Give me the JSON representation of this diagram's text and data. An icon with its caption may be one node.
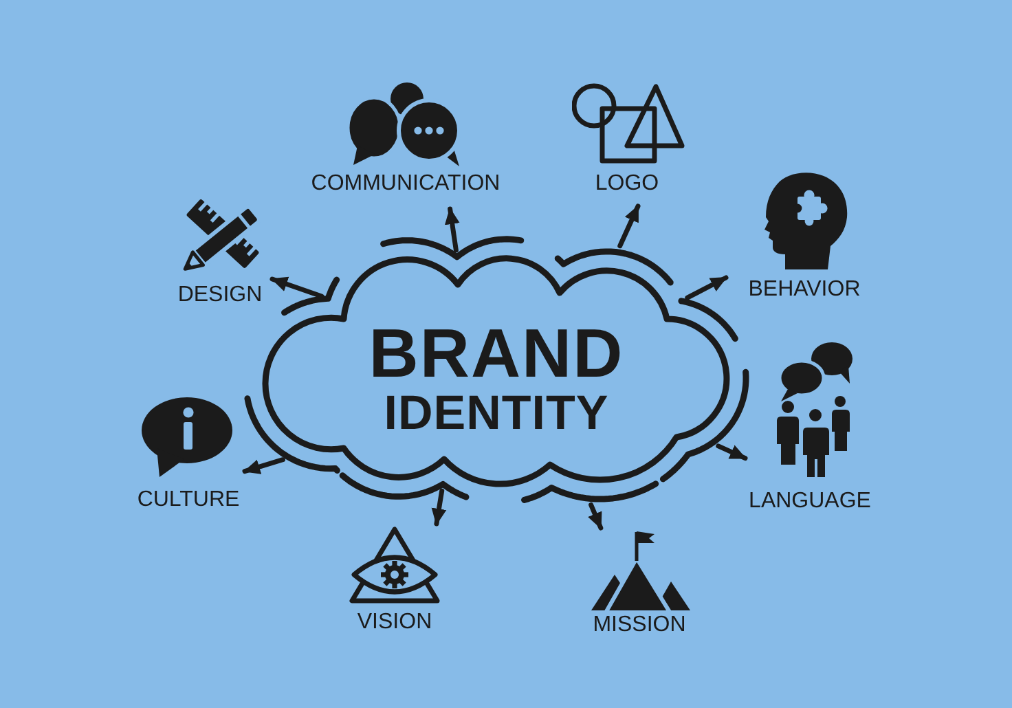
{
  "diagram": {
    "nodes": [
      {
        "text": [
          "COMMUNICATION"
        ]
      },
      {
        "text": [
          "LOGO"
        ]
      },
      {
        "text": [
          "DESIGN"
        ]
      },
      {
        "text": [
          "BEHAVIOR"
        ]
      },
      {
        "text": [
          "BRAND",
          "IDENTITY"
        ]
      },
      {
        "text": [
          "CULTURE"
        ]
      },
      {
        "text": [
          "LANGUAGE"
        ]
      },
      {
        "text": [
          "VISION"
        ]
      },
      {
        "text": [
          "MISSION"
        ]
      }
    ],
    "edges": [
      {
        "from": 4,
        "to": 0,
        "arrow": "to"
      },
      {
        "from": 4,
        "to": 1,
        "arrow": "to"
      },
      {
        "from": 4,
        "to": 2,
        "arrow": "to"
      },
      {
        "from": 4,
        "to": 3,
        "arrow": "to"
      },
      {
        "from": 4,
        "to": 5,
        "arrow": "to"
      },
      {
        "from": 4,
        "to": 6,
        "arrow": "to"
      },
      {
        "from": 4,
        "to": 7,
        "arrow": "to"
      },
      {
        "from": 4,
        "to": 8,
        "arrow": "to"
      }
    ]
  }
}
